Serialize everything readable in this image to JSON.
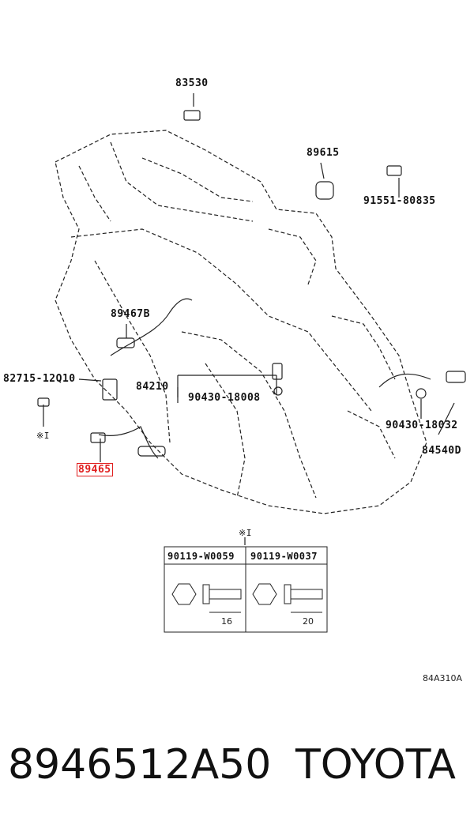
{
  "parts": {
    "p83530": "83530",
    "p89615": "89615",
    "p91551": "91551-80835",
    "p89467b": "89467B",
    "p82715": "82715-12Q10",
    "p84210": "84210",
    "p90430a": "90430-18008",
    "p90430b": "90430-18032",
    "p84540d": "84540D",
    "p89465": "89465",
    "note1": "※I"
  },
  "bolt_table": {
    "marker": "※I",
    "col1": "90119-W0059",
    "col2": "90119-W0037",
    "len1": "16",
    "len2": "20"
  },
  "ref_code": "84A310A",
  "caption": {
    "part_number": "8946512A50",
    "brand": "TOYOTA"
  },
  "colors": {
    "highlight": "#e02020",
    "line": "#111111"
  }
}
